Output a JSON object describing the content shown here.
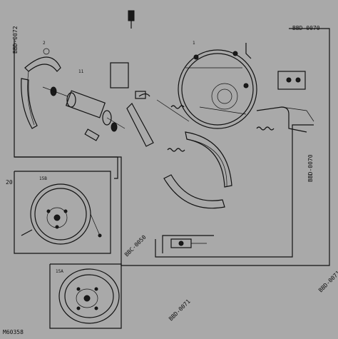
{
  "diagram": {
    "code": "M60358",
    "refs": {
      "top_right": "BBD-0070",
      "left_vertical": "BBD-0072",
      "right_vertical": "BBD-0070",
      "mid_lower": "BBC-0050",
      "bottom_right": "BBD-0071",
      "bottom_center": "BBD-0071"
    },
    "callouts": {
      "c_left": "20",
      "c_hub": "15B",
      "c_disc": "15A",
      "c_top": "1",
      "c_shoe_upper": "2",
      "c_axle": "11"
    }
  }
}
